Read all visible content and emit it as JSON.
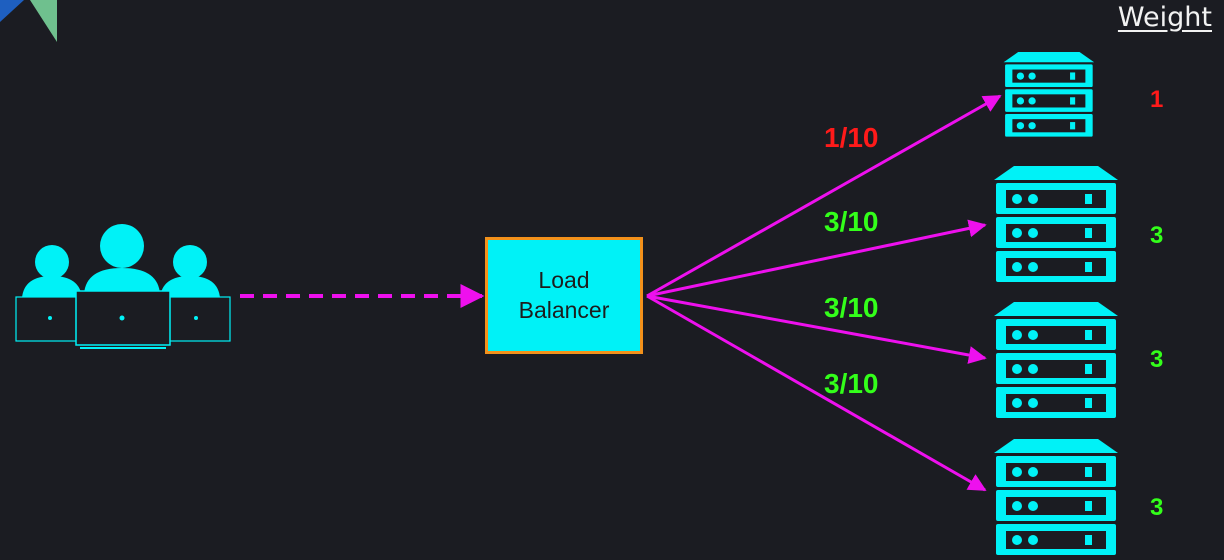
{
  "legend": {
    "weight_title": "Weight"
  },
  "load_balancer": {
    "label": "Load Balancer"
  },
  "connections": [
    {
      "fraction": "1/10",
      "weight": "1",
      "color": "#ff1a1a"
    },
    {
      "fraction": "3/10",
      "weight": "3",
      "color": "#33ff1a"
    },
    {
      "fraction": "3/10",
      "weight": "3",
      "color": "#33ff1a"
    },
    {
      "fraction": "3/10",
      "weight": "3",
      "color": "#33ff1a"
    }
  ],
  "colors": {
    "background": "#1b1c22",
    "accent": "#00f2f7",
    "arrow": "#ee10ee",
    "box_border": "#f2911b"
  },
  "icons": {
    "users": "users-with-laptops-icon",
    "server": "server-rack-icon",
    "corner": "corner-logo-icon"
  }
}
